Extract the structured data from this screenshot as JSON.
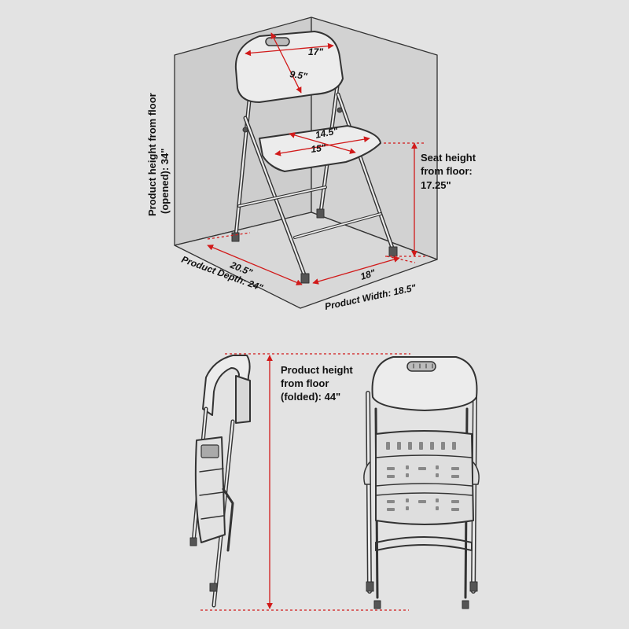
{
  "colors": {
    "background": "#e3e3e3",
    "box_wall": "#cfcfcf",
    "box_floor": "#d6d6d6",
    "outline": "#333333",
    "chair_fill": "#ececec",
    "dimension_line": "#d11a1a"
  },
  "opened": {
    "back_width": "17\"",
    "back_height": "9.5\"",
    "seat_depth": "14.5\"",
    "seat_width": "15\"",
    "floor_depth": "20.5\"",
    "floor_width": "18\"",
    "height_label": "Product height from floor",
    "height_value": "(opened):  34\"",
    "seat_height_line1": "Seat height",
    "seat_height_line2": "from floor:",
    "seat_height_value": "17.25\"",
    "depth_label": "Product Depth: 24\"",
    "width_label": "Product Width: 18.5\""
  },
  "folded": {
    "height_line1": "Product height",
    "height_line2": "from floor",
    "height_line3": "(folded):   44\""
  }
}
